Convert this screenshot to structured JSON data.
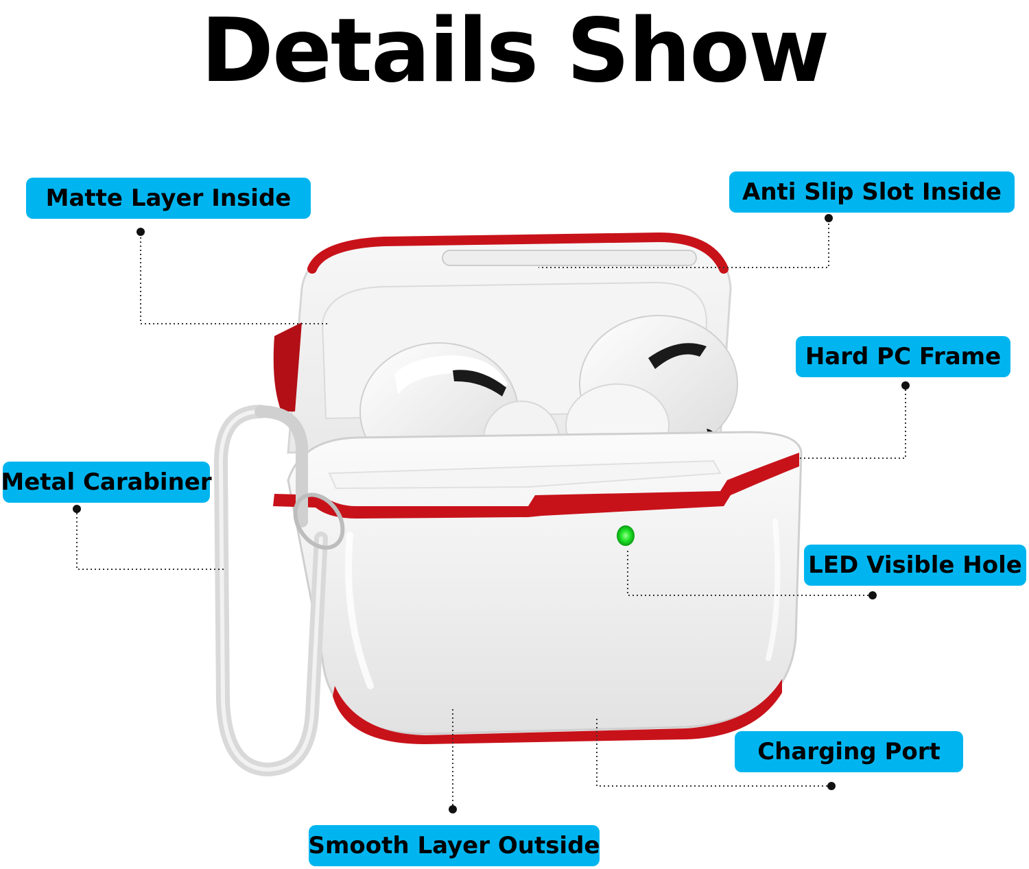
{
  "title": "Details Show",
  "labels": {
    "matte_layer": "Matte Layer Inside",
    "anti_slip": "Anti Slip Slot Inside",
    "hard_pc": "Hard PC Frame",
    "metal_carabiner": "Metal Carabiner",
    "led_hole": "LED Visible Hole",
    "charging_port": "Charging Port",
    "smooth_layer": "Smooth Layer Outside"
  },
  "colors": {
    "label_bg": "#00b5ef",
    "frame_red": "#c8121a",
    "led_green": "#22e62a",
    "carabiner_silver": "#d9d9d9"
  }
}
